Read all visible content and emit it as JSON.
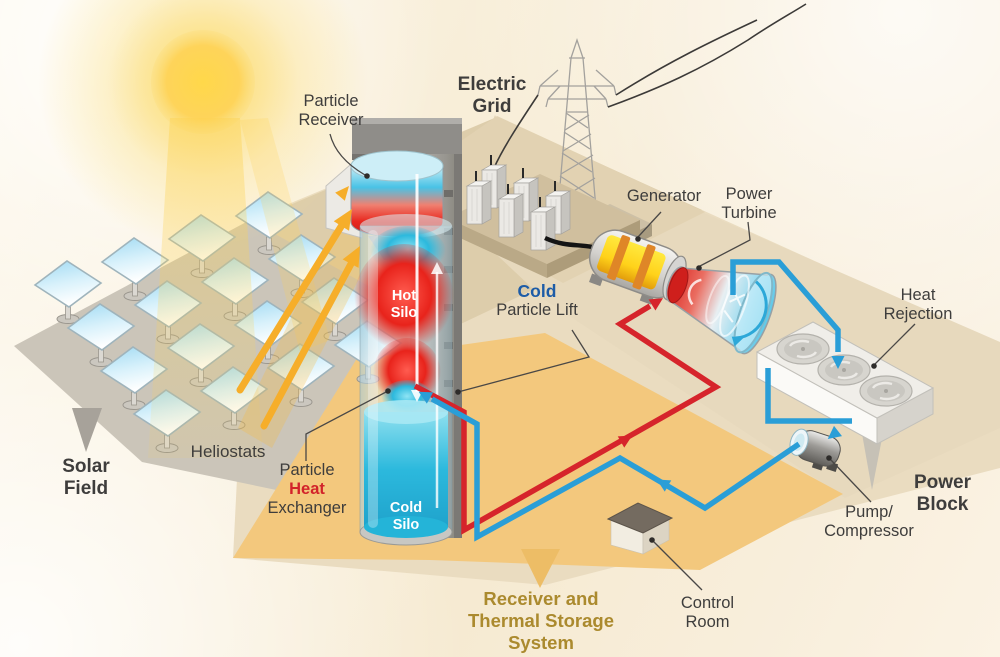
{
  "labels": {
    "particle_receiver": {
      "lines": [
        "Particle",
        "Receiver"
      ]
    },
    "electric_grid": {
      "lines": [
        "Electric",
        "Grid"
      ]
    },
    "generator": {
      "text": "Generator"
    },
    "power_turbine": {
      "lines": [
        "Power",
        "Turbine"
      ]
    },
    "heat_rejection": {
      "lines": [
        "Heat",
        "Rejection"
      ]
    },
    "cold_particle_lift": {
      "cold": "Cold",
      "rest": "Particle Lift"
    },
    "hot_silo": {
      "lines": [
        "Hot",
        "Silo"
      ]
    },
    "cold_silo": {
      "lines": [
        "Cold",
        "Silo"
      ]
    },
    "heliostats": {
      "text": "Heliostats"
    },
    "solar_field": {
      "lines": [
        "Solar",
        "Field"
      ]
    },
    "particle_heat_exchanger": {
      "pre": "Particle",
      "heat": "Heat",
      "post": "Exchanger"
    },
    "power_block": {
      "lines": [
        "Power",
        "Block"
      ]
    },
    "pump_compressor": {
      "lines": [
        "Pump/",
        "Compressor"
      ]
    },
    "control_room": {
      "lines": [
        "Control",
        "Room"
      ]
    },
    "receiver_thermal_storage": {
      "lines": [
        "Receiver and",
        "Thermal Storage",
        "System"
      ]
    }
  },
  "colors": {
    "hot_pipe_red": "#d6242b",
    "cold_pipe_blue": "#2a9ed7",
    "cold_label_blue": "#1d5ca7",
    "gold_text": "#ab8a2e",
    "sun_yellow": "#ffd94e",
    "beam_orange": "#f6ae2a",
    "hot_silo_red": "#e8231b",
    "cold_silo_cyan": "#2cb9dd"
  }
}
